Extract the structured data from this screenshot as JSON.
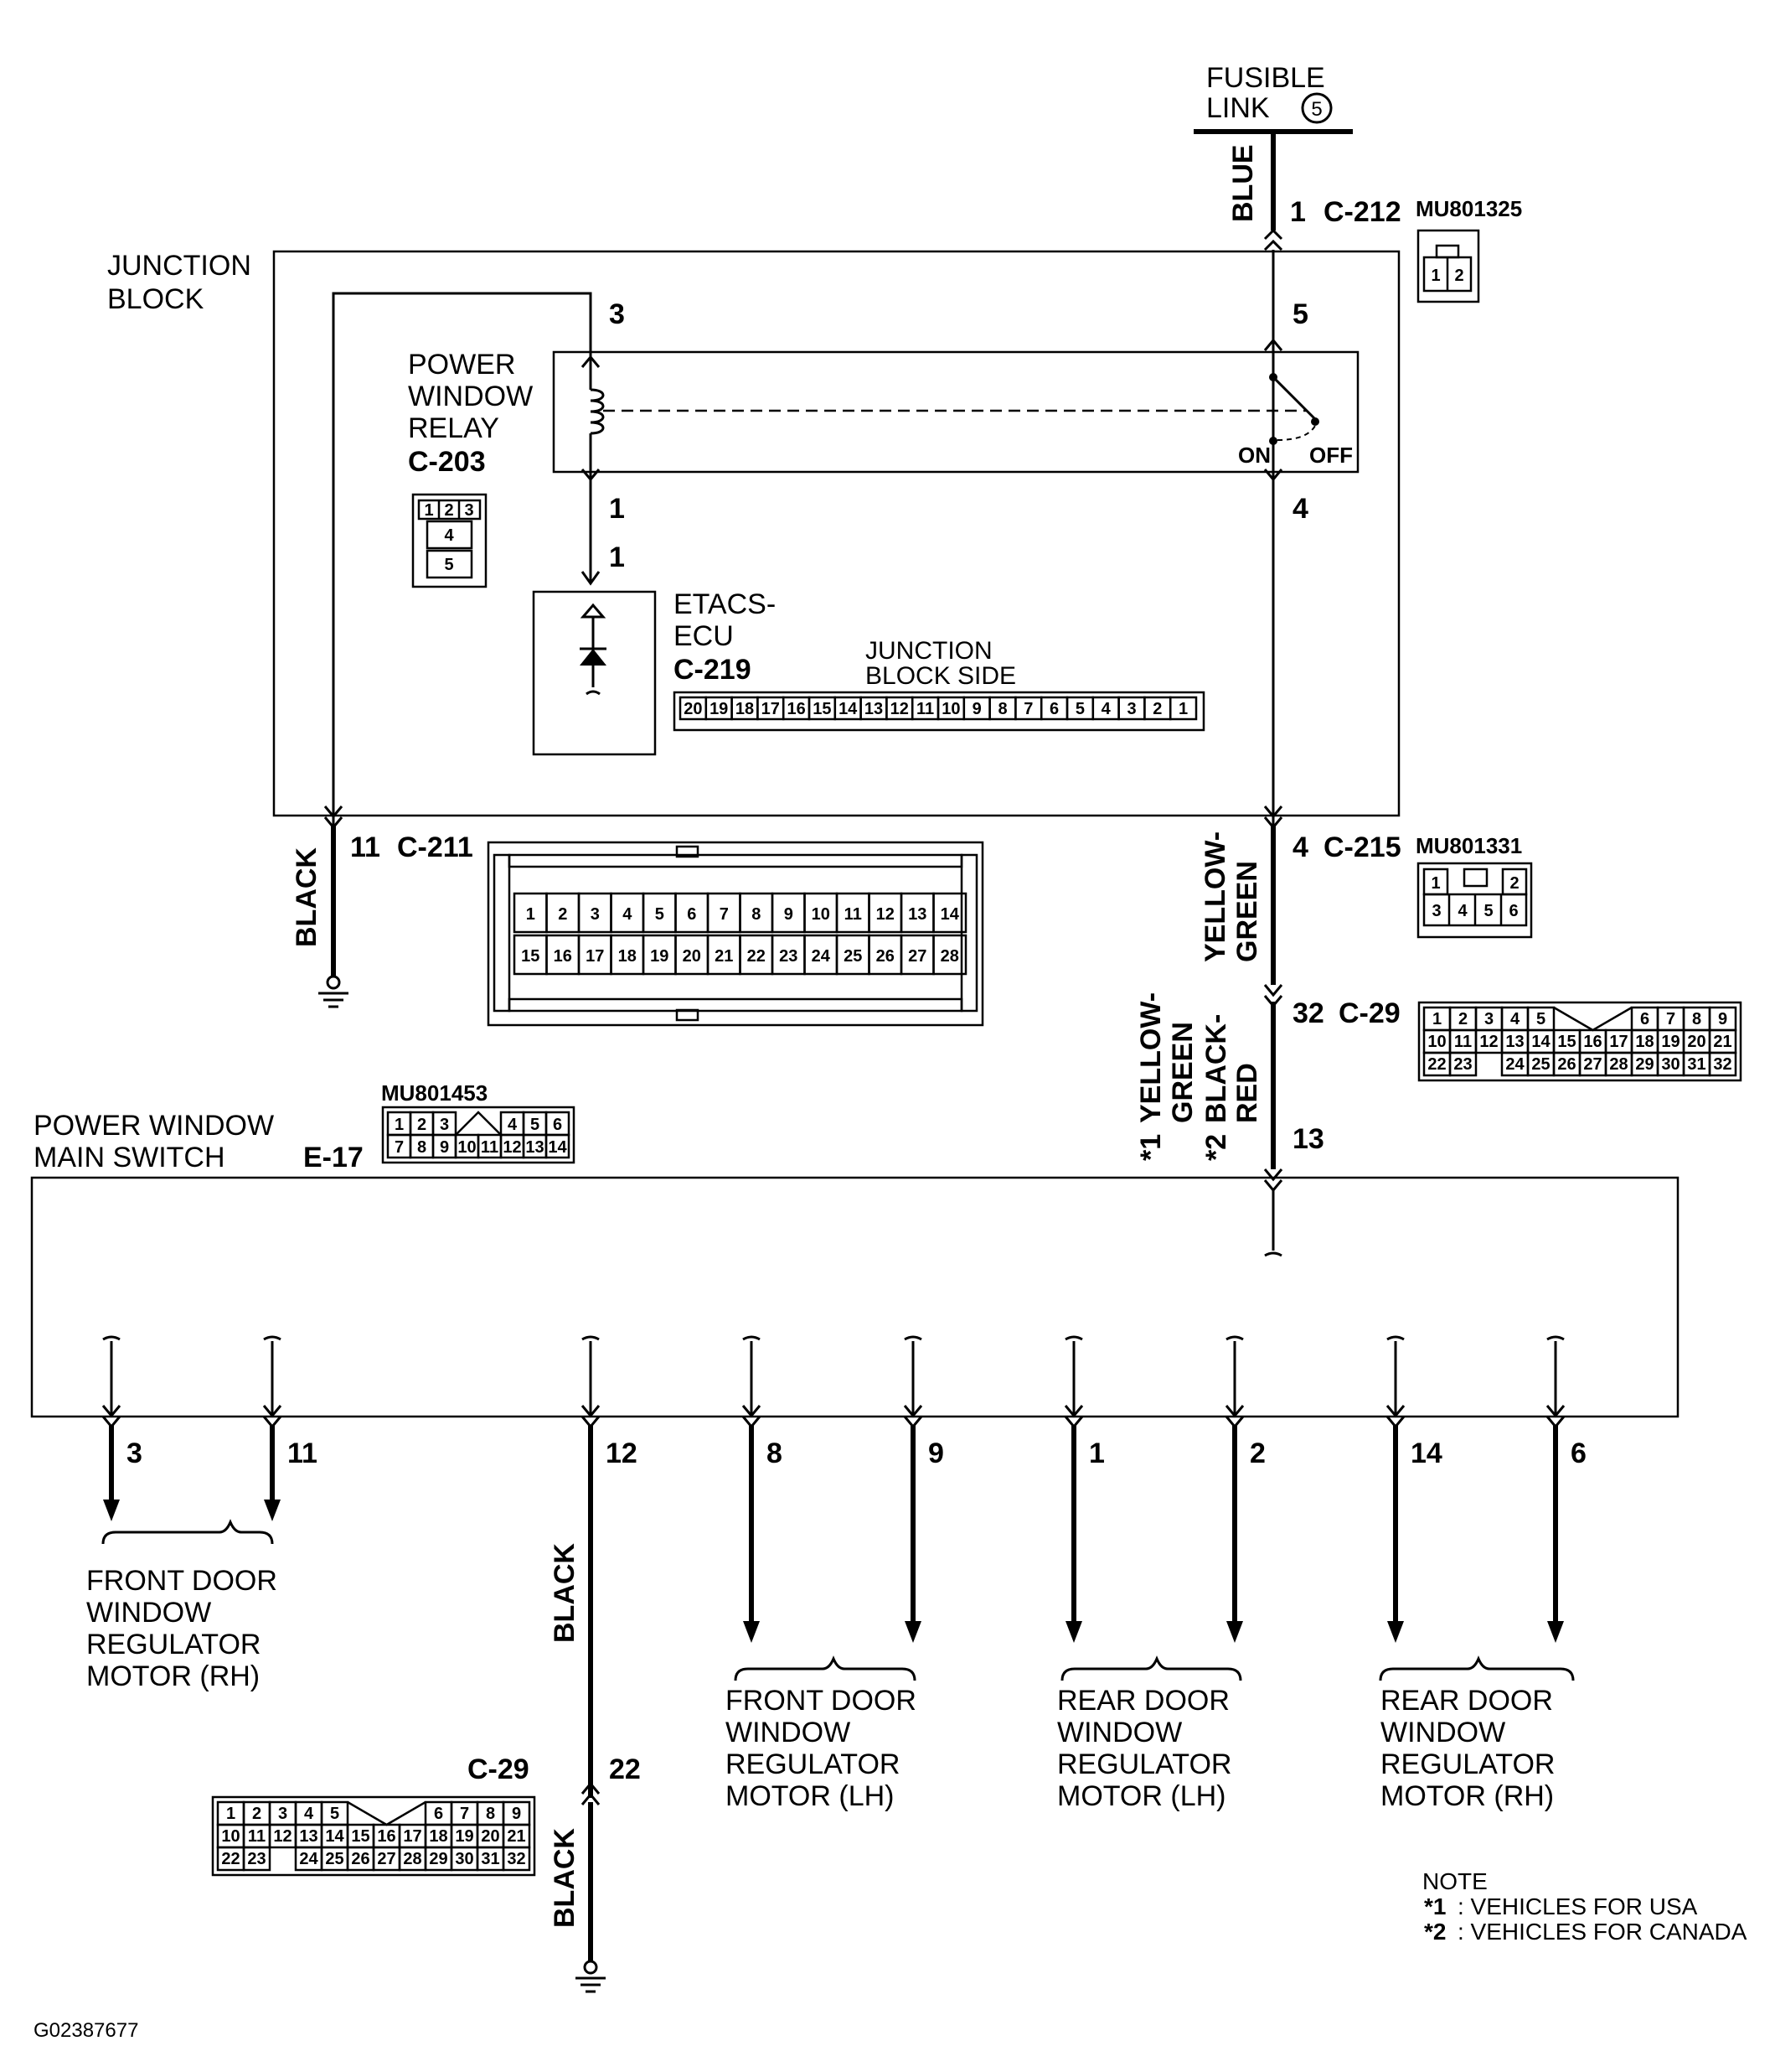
{
  "fusible_link": {
    "line1": "FUSIBLE",
    "line2": "LINK",
    "number": "5"
  },
  "wires": {
    "top_color": "BLUE",
    "c215_color_1": "YELLOW-",
    "c215_color_2": "GREEN",
    "c29_color_1_prefix": "*1",
    "c29_color_1a": "YELLOW-",
    "c29_color_1b": "GREEN",
    "c29_color_2_prefix": "*2",
    "c29_color_2a": "BLACK-",
    "c29_color_2b": "RED",
    "ground_color": "BLACK",
    "pin12_color": "BLACK",
    "lower_ground_color": "BLACK"
  },
  "connectors": {
    "c212": {
      "pin": "1",
      "name": "C-212",
      "part": "MU801325",
      "cells": [
        "1",
        "2"
      ]
    },
    "c211": {
      "pin": "11",
      "name": "C-211",
      "row1": [
        "1",
        "2",
        "3",
        "4",
        "5",
        "6",
        "7",
        "8",
        "9",
        "10",
        "11",
        "12",
        "13",
        "14"
      ],
      "row2": [
        "15",
        "16",
        "17",
        "18",
        "19",
        "20",
        "21",
        "22",
        "23",
        "24",
        "25",
        "26",
        "27",
        "28"
      ]
    },
    "c215": {
      "pin": "4",
      "name": "C-215",
      "part": "MU801331",
      "row1": [
        "1",
        "2"
      ],
      "row2": [
        "3",
        "4",
        "5",
        "6"
      ]
    },
    "c29": {
      "pin": "32",
      "name": "C-29",
      "row1": [
        "1",
        "2",
        "3",
        "4",
        "5",
        "6",
        "7",
        "8",
        "9"
      ],
      "row2": [
        "10",
        "11",
        "12",
        "13",
        "14",
        "15",
        "16",
        "17",
        "18",
        "19",
        "20",
        "21"
      ],
      "row3": [
        "22",
        "23",
        "24",
        "25",
        "26",
        "27",
        "28",
        "29",
        "30",
        "31",
        "32"
      ]
    },
    "e17": {
      "name": "E-17",
      "part": "MU801453",
      "row1": [
        "1",
        "2",
        "3",
        "4",
        "5",
        "6"
      ],
      "row2": [
        "7",
        "8",
        "9",
        "10",
        "11",
        "12",
        "13",
        "14"
      ]
    },
    "c29_lower": {
      "pin": "22",
      "name": "C-29",
      "row1": [
        "1",
        "2",
        "3",
        "4",
        "5",
        "6",
        "7",
        "8",
        "9"
      ],
      "row2": [
        "10",
        "11",
        "12",
        "13",
        "14",
        "15",
        "16",
        "17",
        "18",
        "19",
        "20",
        "21"
      ],
      "row3": [
        "22",
        "23",
        "24",
        "25",
        "26",
        "27",
        "28",
        "29",
        "30",
        "31",
        "32"
      ]
    }
  },
  "junction_block": {
    "line1": "JUNCTION",
    "line2": "BLOCK"
  },
  "relay": {
    "line1": "POWER",
    "line2": "WINDOW",
    "line3": "RELAY",
    "name": "C-203",
    "cells": [
      "1",
      "2",
      "3",
      "4",
      "5"
    ],
    "pin_3": "3",
    "pin_5": "5",
    "pin_1": "1",
    "pin_4": "4",
    "on": "ON",
    "off": "OFF"
  },
  "etacs": {
    "line1": "ETACS-",
    "line2": "ECU",
    "name": "C-219",
    "pin": "1",
    "side_line1": "JUNCTION",
    "side_line2": "BLOCK SIDE",
    "cells": [
      "20",
      "19",
      "18",
      "17",
      "16",
      "15",
      "14",
      "13",
      "12",
      "11",
      "10",
      "9",
      "8",
      "7",
      "6",
      "5",
      "4",
      "3",
      "2",
      "1"
    ]
  },
  "main_switch": {
    "line1": "POWER WINDOW",
    "line2": "MAIN SWITCH",
    "pin_in": "13"
  },
  "outputs": {
    "pins": [
      "3",
      "11",
      "12",
      "8",
      "9",
      "1",
      "2",
      "14",
      "6"
    ],
    "lower_pin": "22"
  },
  "motors": {
    "front_rh": [
      "FRONT DOOR",
      "WINDOW",
      "REGULATOR",
      "MOTOR (RH)"
    ],
    "front_lh": [
      "FRONT DOOR",
      "WINDOW",
      "REGULATOR",
      "MOTOR (LH)"
    ],
    "rear_lh": [
      "REAR DOOR",
      "WINDOW",
      "REGULATOR",
      "MOTOR (LH)"
    ],
    "rear_rh": [
      "REAR DOOR",
      "WINDOW",
      "REGULATOR",
      "MOTOR (RH)"
    ]
  },
  "note": {
    "title": "NOTE",
    "n1_mark": "*1",
    "n1": ": VEHICLES FOR USA",
    "n2_mark": "*2",
    "n2": ": VEHICLES FOR CANADA"
  },
  "figure_id": "G02387677"
}
